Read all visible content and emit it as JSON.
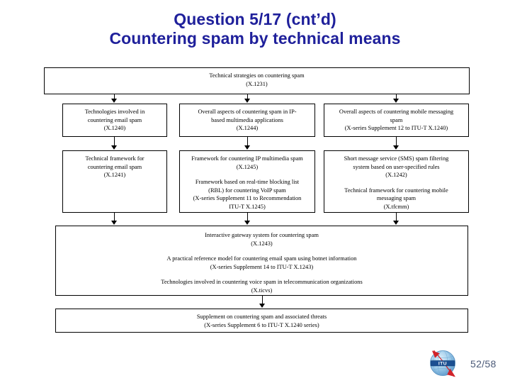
{
  "slide": {
    "title_line1": "Question 5/17 (cnt’d)",
    "title_line2": "Countering spam by technical means",
    "title_color": "#1f209b",
    "page_indicator": "52/58",
    "logo_name": "ITU"
  },
  "diagram": {
    "type": "hierarchy-flowchart",
    "root": {
      "name": "technical-strategies",
      "lines": [
        "Technical strategies on countering spam",
        "(X.1231)"
      ]
    },
    "columns": [
      {
        "id": "email-spam",
        "row2": {
          "name": "technologies-email-spam",
          "lines": [
            "Technologies involved in",
            "countering email spam",
            "(X.1240)"
          ]
        },
        "row3": {
          "name": "technical-framework-email-spam",
          "paragraphs": [
            [
              "Technical framework for",
              "countering email spam",
              "(X.1241)"
            ]
          ]
        }
      },
      {
        "id": "ip-multimedia-spam",
        "row2": {
          "name": "overall-aspects-ip-multimedia",
          "lines": [
            "Overall aspects of countering spam in IP-",
            "based multimedia applications",
            "(X.1244)"
          ]
        },
        "row3": {
          "name": "framework-ip-multimedia-spam",
          "paragraphs": [
            [
              "Framework for countering IP multimedia spam",
              "(X.1245)"
            ],
            [
              "Framework based on real-time blocking list",
              "(RBL) for countering VoIP spam",
              "(X-series Supplement 11 to Recommendation",
              "ITU-T X.1245)"
            ]
          ]
        }
      },
      {
        "id": "mobile-messaging-spam",
        "row2": {
          "name": "overall-aspects-mobile-messaging",
          "lines": [
            "Overall aspects of countering mobile messaging",
            "spam",
            "(X-series Supplement 12 to ITU-T X.1240)"
          ]
        },
        "row3": {
          "name": "sms-spam-filtering",
          "paragraphs": [
            [
              "Short message service (SMS) spam filtering",
              "system based on user-specified rules",
              "(X.1242)"
            ],
            [
              "Technical framework for countering mobile",
              "messaging spam",
              "(X.tfcmm)"
            ]
          ]
        }
      }
    ],
    "row4": {
      "name": "interactive-gateway-system",
      "paragraphs": [
        [
          "Interactive gateway system for countering spam",
          "(X.1243)"
        ],
        [
          "A practical reference model for countering email spam using botnet information",
          "(X-series Supplement 14 to ITU-T X.1243)"
        ],
        [
          "Technologies involved in countering voice spam in telecommunication organizations",
          "(X.ticvs)"
        ]
      ]
    },
    "row5": {
      "name": "supplement-countering-spam-threats",
      "paragraphs": [
        [
          "Supplement on countering spam and associated threats",
          "(X-series Supplement 6 to ITU-T X.1240 series)"
        ]
      ]
    }
  }
}
